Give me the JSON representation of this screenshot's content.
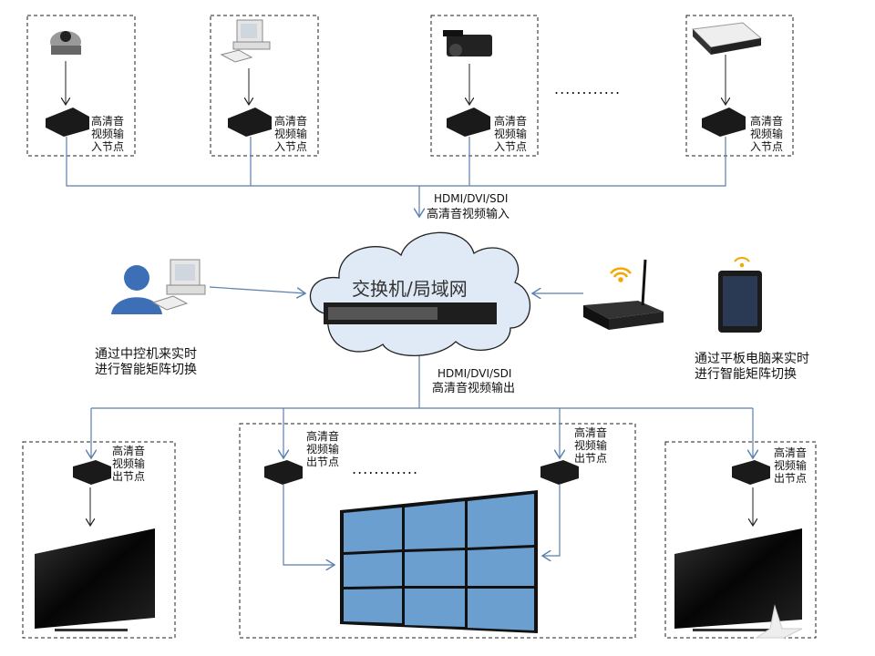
{
  "input_node_label": [
    "高清音",
    "视频输",
    "入节点"
  ],
  "output_node_label": [
    "高清音",
    "视频输",
    "出节点"
  ],
  "input_link": {
    "line1": "HDMI/DVI/SDI",
    "line2": "高清音视频输入"
  },
  "output_link": {
    "line1": "HDMI/DVI/SDI",
    "line2": "高清音视频输出"
  },
  "cloud_label": "交换机/局域网",
  "left_caption": [
    "通过中控机来实时",
    "进行智能矩阵切换"
  ],
  "right_caption": [
    "通过平板电脑来实时",
    "进行智能矩阵切换"
  ],
  "ellipsis": "............",
  "colors": {
    "link": "#5b7fae",
    "cloud": "#dfeaf6"
  }
}
